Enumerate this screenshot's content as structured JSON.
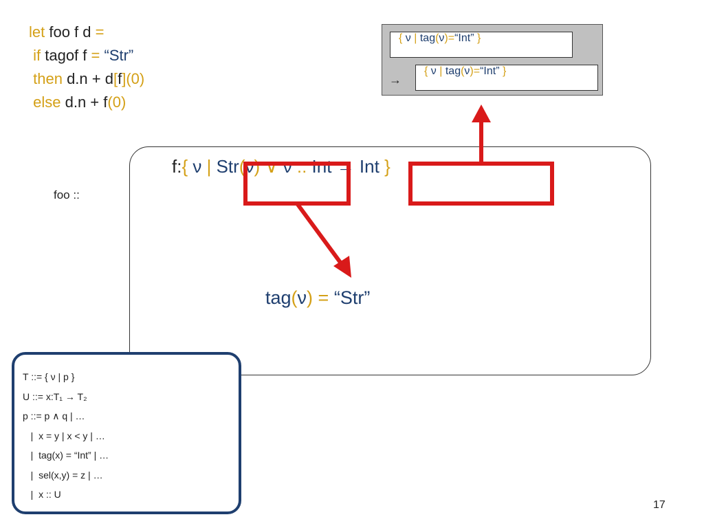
{
  "code": {
    "line1": {
      "kw": "let",
      "rest": " foo f d ",
      "eq": "="
    },
    "line2": {
      "kw": "if",
      "rest": " tagof f ",
      "eq": "=",
      "str": " “Str”"
    },
    "line3": {
      "kw": "then",
      "rest1": " d.n + d",
      "b1": "[",
      "mid": "f",
      "b2": "]",
      "p1": "(",
      "num": "0",
      "p2": ")"
    },
    "line4": {
      "kw": "else",
      "rest": " d.n + f",
      "p1": "(",
      "num": "0",
      "p2": ")"
    }
  },
  "result_box": {
    "row1": {
      "open": "{ ",
      "nu": "ν",
      "bar": " | ",
      "tag": "tag",
      "p1": "(",
      "nu2": "ν",
      "p2": ")",
      "eq": "=",
      "str": "“Int”",
      "close": "  }"
    },
    "arrow": "→",
    "row2": {
      "open": "{ ",
      "nu": "ν",
      "bar": " | ",
      "tag": "tag",
      "p1": "(",
      "nu2": "ν",
      "p2": ")",
      "eq": "=",
      "str": "“Int”",
      "close": "  }"
    }
  },
  "main": {
    "foo_label": "foo ::",
    "ftype": {
      "f": "f:",
      "open": "{ ",
      "nu": "ν",
      "bar": " | ",
      "str_pred": "Str",
      "p1": "(",
      "nu2": "ν",
      "p2": ")",
      "or": " ∨ ",
      "nu3": "ν",
      "cc": " :: ",
      "int1": "Int",
      "arrow": " → ",
      "int2": "Int",
      "close": " }"
    },
    "tag_str": {
      "tag": "tag",
      "p1": "(",
      "nu": "ν",
      "p2": ")",
      "eq": " = ",
      "str": "“Str”"
    }
  },
  "grammar": {
    "lines": [
      "T ::= { ν | p }",
      "U ::= x:T₁ → T₂",
      "p ::= p ∧ q | …",
      "   |  x = y | x < y | …",
      "   |  tag(x) = “Int” | …",
      "   |  sel(x,y) = z | …",
      "   |  x :: U"
    ]
  },
  "page_number": "17",
  "colors": {
    "keyword": "#d4a017",
    "string": "#1f3f6f",
    "highlight": "#d91a1a",
    "grammar_border": "#1f3f6f"
  }
}
